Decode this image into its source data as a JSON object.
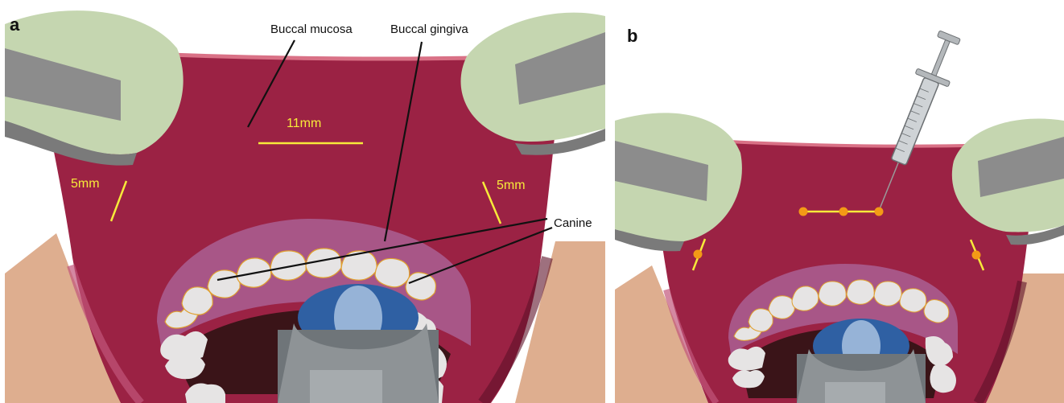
{
  "panel_a": {
    "letter": "a",
    "labels": {
      "buccal_mucosa": "Buccal mucosa",
      "buccal_gingiva": "Buccal gingiva",
      "canine": "Canine"
    },
    "measurements": {
      "top": "11mm",
      "left": "5mm",
      "right": "5mm"
    }
  },
  "panel_b": {
    "letter": "b",
    "injection_points_count": 5
  },
  "colors": {
    "mucosa": "#9b2244",
    "mucosa_dark": "#7e1836",
    "lip_edge": "#d97186",
    "gingiva": "#a85687",
    "skin": "#deae8f",
    "teeth": "#e6e4e4",
    "retractor": "#c5d6b0",
    "retractor_metal": "#8c8c8c",
    "measure_line": "#f7ea3a",
    "injection_dot": "#f39a16",
    "mirror_blue": "#2f60a3"
  }
}
